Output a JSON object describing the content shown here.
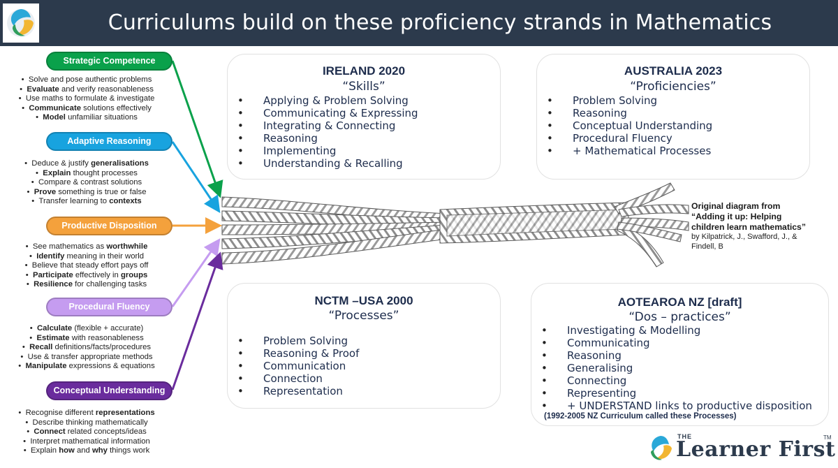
{
  "header": {
    "title": "Curriculums build on these proficiency strands in Mathematics"
  },
  "strands": [
    {
      "label": "Strategic Competence",
      "color": "#0aa14b",
      "items": [
        [
          {
            "t": "Solve and pose authentic problems"
          }
        ],
        [
          {
            "b": "Evaluate"
          },
          {
            "t": " and verify reasonableness"
          }
        ],
        [
          {
            "t": "Use maths to formulate & investigate"
          }
        ],
        [
          {
            "b": "Communicate"
          },
          {
            "t": " solutions effectively"
          }
        ],
        [
          {
            "b": "Model"
          },
          {
            "t": " unfamiliar situations"
          }
        ]
      ]
    },
    {
      "label": "Adaptive Reasoning",
      "color": "#18a3df",
      "items": [
        [
          {
            "t": "Deduce & justify "
          },
          {
            "b": "generalisations"
          }
        ],
        [
          {
            "b": "Explain"
          },
          {
            "t": " thought processes"
          }
        ],
        [
          {
            "t": "Compare & contrast solutions"
          }
        ],
        [
          {
            "b": "Prove"
          },
          {
            "t": " something is true or false"
          }
        ],
        [
          {
            "t": "Transfer learning to "
          },
          {
            "b": "contexts"
          }
        ]
      ]
    },
    {
      "label": "Productive Disposition",
      "color": "#f4a13c",
      "items": [
        [
          {
            "t": "See mathematics as "
          },
          {
            "b": "worthwhile"
          }
        ],
        [
          {
            "b": "Identify"
          },
          {
            "t": " meaning in their world"
          }
        ],
        [
          {
            "t": "Believe that steady effort pays off"
          }
        ],
        [
          {
            "b": "Participate"
          },
          {
            "t": " effectively in "
          },
          {
            "b": "groups"
          }
        ],
        [
          {
            "b": "Resilience"
          },
          {
            "t": " for challenging tasks"
          }
        ]
      ]
    },
    {
      "label": "Procedural Fluency",
      "color": "#c59cf0",
      "items": [
        [
          {
            "b": "Calculate"
          },
          {
            "t": " (flexible + accurate)"
          }
        ],
        [
          {
            "b": "Estimate"
          },
          {
            "t": " with reasonableness"
          }
        ],
        [
          {
            "b": "Recall"
          },
          {
            "t": " definitions/facts/procedures"
          }
        ],
        [
          {
            "t": "Use & transfer appropriate methods"
          }
        ],
        [
          {
            "b": "Manipulate"
          },
          {
            "t": " expressions & equations"
          }
        ]
      ]
    },
    {
      "label": "Conceptual Understanding",
      "color": "#6a2c9d",
      "items": [
        [
          {
            "t": "Recognise different "
          },
          {
            "b": "representations"
          }
        ],
        [
          {
            "t": "Describe thinking mathematically"
          }
        ],
        [
          {
            "b": "Connect"
          },
          {
            "t": " related concepts/ideas"
          }
        ],
        [
          {
            "t": "Interpret mathematical information"
          }
        ],
        [
          {
            "t": "Explain "
          },
          {
            "b": "how"
          },
          {
            "t": " and "
          },
          {
            "b": "why"
          },
          {
            "t": " things work"
          }
        ]
      ]
    }
  ],
  "cards": {
    "ireland": {
      "title": "IRELAND 2020",
      "subtitle": "“Skills”",
      "items": [
        "Applying & Problem Solving",
        "Communicating & Expressing",
        "Integrating & Connecting",
        "Reasoning",
        "Implementing",
        "Understanding & Recalling"
      ]
    },
    "australia": {
      "title": "AUSTRALIA 2023",
      "subtitle": "“Proficiencies”",
      "items": [
        "Problem Solving",
        "Reasoning",
        "Conceptual Understanding",
        "Procedural Fluency",
        "+ Mathematical Processes"
      ]
    },
    "usa": {
      "title": "NCTM –USA 2000",
      "subtitle": "“Processes”",
      "items": [
        "Problem Solving",
        "Reasoning & Proof",
        "Communication",
        "Connection",
        "Representation"
      ]
    },
    "nz": {
      "title": "AOTEAROA NZ [draft]",
      "subtitle": "“Dos – practices”",
      "items": [
        "Investigating & Modelling",
        "Communicating",
        "Reasoning",
        "Generalising",
        "Connecting",
        "Representing",
        "+ UNDERSTAND links to productive disposition"
      ],
      "note": "(1992-2005 NZ Curriculum  called these Processes)"
    }
  },
  "credit": {
    "line1": "Original diagram from",
    "line2": "“Adding it up: Helping",
    "line3": "children learn mathematics”",
    "line4": "by Kilpatrick, J., Swafford, J., &",
    "line5": "Findell, B"
  },
  "brand": {
    "the": "THE",
    "name": "Learner First",
    "tm": "TM"
  },
  "icons": {
    "header_logo": "swirl-logo-icon",
    "brand_logo": "swirl-logo-icon",
    "bullet": "bullet-dot"
  }
}
